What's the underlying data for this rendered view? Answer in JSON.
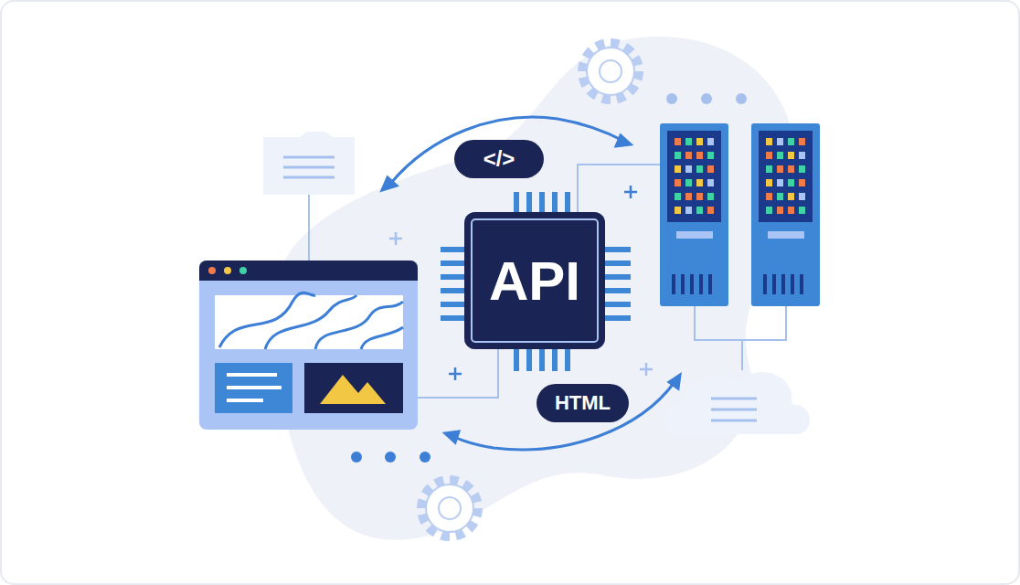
{
  "diagram": {
    "nodes": [
      {
        "text": [
          "</>"
        ]
      },
      {
        "text": [
          "API"
        ]
      },
      {
        "text": [
          "HTML"
        ]
      }
    ]
  }
}
